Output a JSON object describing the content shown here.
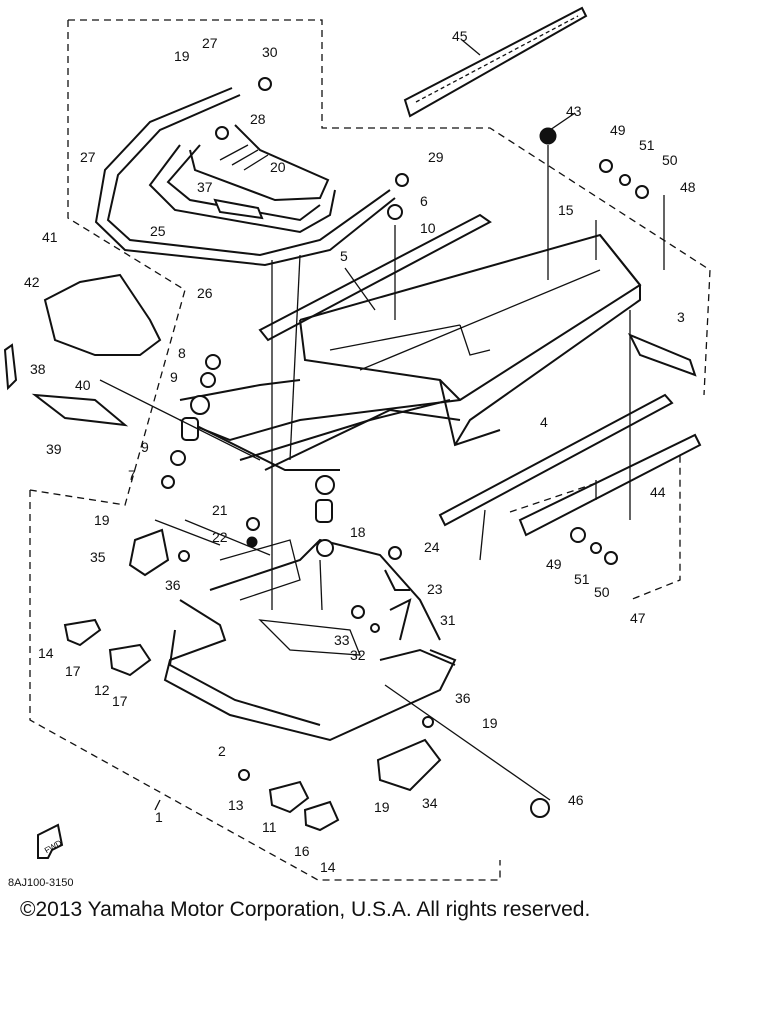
{
  "diagram": {
    "labels": [
      "45",
      "19",
      "27",
      "30",
      "28",
      "43",
      "49",
      "51",
      "50",
      "48",
      "27",
      "20",
      "29",
      "6",
      "15",
      "10",
      "37",
      "25",
      "26",
      "41",
      "5",
      "42",
      "3",
      "38",
      "8",
      "40",
      "9",
      "39",
      "4",
      "44",
      "9",
      "7",
      "21",
      "19",
      "22",
      "18",
      "24",
      "35",
      "36",
      "49",
      "51",
      "23",
      "50",
      "47",
      "14",
      "33",
      "31",
      "17",
      "32",
      "12",
      "17",
      "36",
      "19",
      "2",
      "46",
      "13",
      "19",
      "34",
      "11",
      "16",
      "14",
      "1"
    ],
    "code": "8AJ100-3150",
    "fwd_label": "FWD"
  },
  "footer": {
    "copyright": "©2013 Yamaha Motor Corporation, U.S.A. All rights reserved."
  }
}
